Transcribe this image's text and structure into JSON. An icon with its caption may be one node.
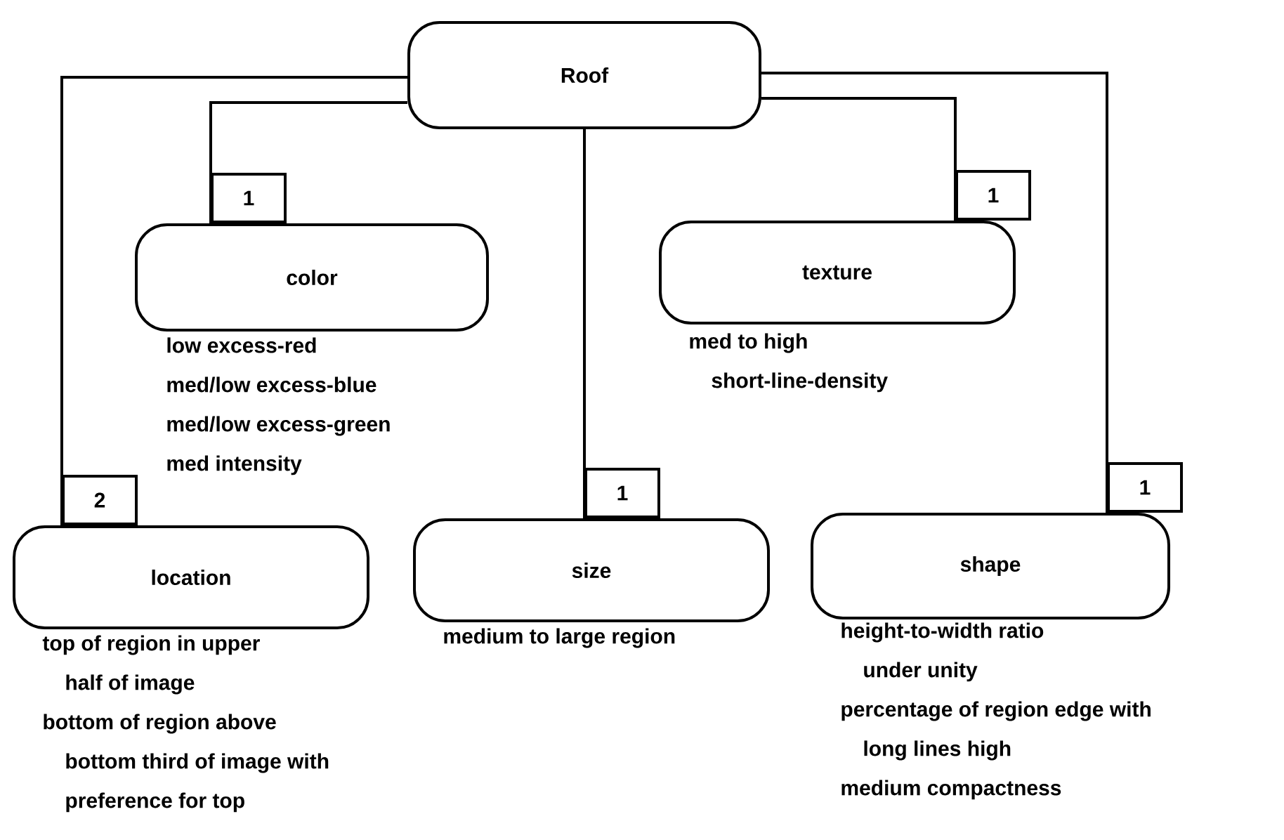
{
  "diagram": {
    "nodes": [
      {
        "text": [
          "Roof"
        ]
      },
      {
        "text": [
          "color"
        ],
        "beside": [
          "low excess-red",
          "med/low excess-blue",
          "med/low excess-green",
          "med intensity"
        ]
      },
      {
        "text": [
          "texture"
        ],
        "beside": [
          "med to high short-line-density"
        ]
      },
      {
        "text": [
          "location"
        ],
        "beside": [
          "top of region in upper half of image",
          "bottom of region above bottom third of image with preference for top"
        ]
      },
      {
        "text": [
          "size"
        ],
        "beside": [
          "medium to large region"
        ]
      },
      {
        "text": [
          "shape"
        ],
        "beside": [
          "height-to-width ratio under unity",
          "percentage of region edge with long lines high",
          "medium compactness"
        ]
      }
    ],
    "edges": [
      {
        "from": 0,
        "to": 1,
        "arrow": "none",
        "label": "1"
      },
      {
        "from": 0,
        "to": 2,
        "arrow": "none",
        "label": "1"
      },
      {
        "from": 0,
        "to": 3,
        "arrow": "none",
        "label": "2"
      },
      {
        "from": 0,
        "to": 4,
        "arrow": "none",
        "label": "1"
      },
      {
        "from": 0,
        "to": 5,
        "arrow": "none",
        "label": "1"
      }
    ]
  }
}
